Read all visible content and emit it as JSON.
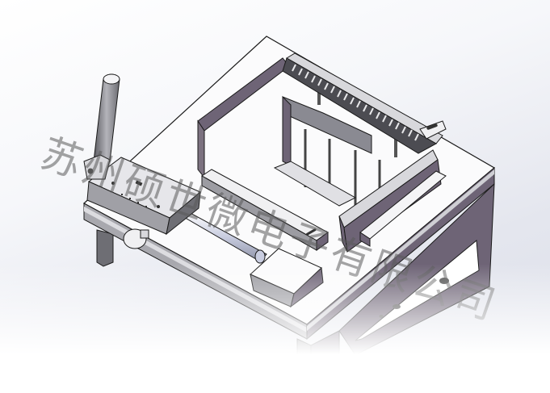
{
  "image": {
    "kind": "cad-render",
    "description": "Isometric CAD render of a test/assembly fixture with handle lever, control box, comb connector and pins",
    "watermark": "苏州硕世微电子有限公司"
  },
  "colors": {
    "background_light": "#ffffff",
    "background_dark": "#dcdfe9",
    "plate_top": "#fbfbfc",
    "plate_side": "#6e6476",
    "edge_bevel": "#cfcfd4",
    "metal_dark": "#4a4a50",
    "handle": "#8a8a90",
    "outline": "#1a1a1a",
    "watermark": "#5a5a5a"
  },
  "parts": [
    {
      "id": "base-plate",
      "label": "Base plate"
    },
    {
      "id": "side-bracket",
      "label": "Triangular side bracket"
    },
    {
      "id": "toggle-handle",
      "label": "Toggle clamp handle"
    },
    {
      "id": "control-box",
      "label": "Control box"
    },
    {
      "id": "comb-connector",
      "label": "Comb connector"
    },
    {
      "id": "pin-frame",
      "label": "Pin frame"
    },
    {
      "id": "slide-rod",
      "label": "Slide rod"
    },
    {
      "id": "pusher-block",
      "label": "Pusher block"
    }
  ]
}
